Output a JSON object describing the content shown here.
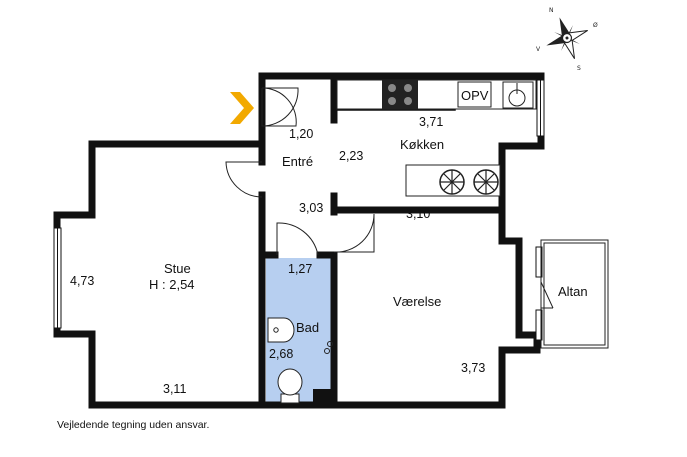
{
  "compass": {
    "n": "N",
    "s": "S",
    "v": "V",
    "o": "Ø"
  },
  "rooms": {
    "kokken": "Køkken",
    "entre": "Entré",
    "stue": "Stue",
    "stue_height": "H : 2,54",
    "vaerelse": "Værelse",
    "bad": "Bad",
    "altan": "Altan"
  },
  "dimensions": {
    "kokken_w": "3,71",
    "kokken_d": "2,23",
    "entre_w": "1,20",
    "hall_w": "3,03",
    "vaerelse_w": "3,10",
    "vaerelse_d": "3,73",
    "stue_d": "4,73",
    "stue_w": "3,11",
    "bad_w": "1,27",
    "bad_d": "2,68"
  },
  "appliances": {
    "opv_label": "OPV"
  },
  "colors": {
    "bathroom": "#b7cff0",
    "entrance_arrow": "#f2a900",
    "wall": "#111111"
  },
  "footer": {
    "disclaimer": "Vejledende tegning uden ansvar."
  }
}
